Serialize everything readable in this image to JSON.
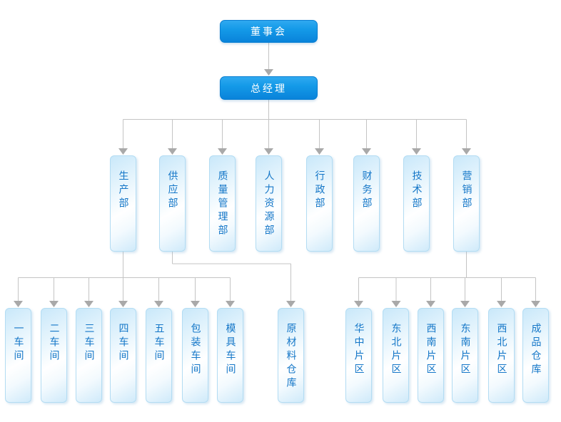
{
  "org": {
    "board": {
      "label": "董事会"
    },
    "general_manager": {
      "label": "总经理"
    },
    "departments": [
      {
        "id": "production",
        "label": "生产部"
      },
      {
        "id": "supply",
        "label": "供应部"
      },
      {
        "id": "quality",
        "label": "质量管理部"
      },
      {
        "id": "hr",
        "label": "人力资源部"
      },
      {
        "id": "admin",
        "label": "行政部"
      },
      {
        "id": "finance",
        "label": "财务部"
      },
      {
        "id": "technology",
        "label": "技术部"
      },
      {
        "id": "marketing",
        "label": "营销部"
      }
    ],
    "production_children": [
      {
        "id": "workshop-1",
        "label": "一车间"
      },
      {
        "id": "workshop-2",
        "label": "二车间"
      },
      {
        "id": "workshop-3",
        "label": "三车间"
      },
      {
        "id": "workshop-4",
        "label": "四车间"
      },
      {
        "id": "workshop-5",
        "label": "五车间"
      },
      {
        "id": "packaging-workshop",
        "label": "包装车间"
      },
      {
        "id": "mold-workshop",
        "label": "模具车间"
      }
    ],
    "supply_children": [
      {
        "id": "raw-material-warehouse",
        "label": "原材料仓库"
      }
    ],
    "marketing_children": [
      {
        "id": "region-huazhong",
        "label": "华中片区"
      },
      {
        "id": "region-dongbei",
        "label": "东北片区"
      },
      {
        "id": "region-xinan",
        "label": "西南片区"
      },
      {
        "id": "region-dongnan",
        "label": "东南片区"
      },
      {
        "id": "region-xibei",
        "label": "西北片区"
      },
      {
        "id": "finished-goods-warehouse",
        "label": "成品仓库"
      }
    ]
  },
  "colors": {
    "primary_box_top": "#2fa9f0",
    "primary_box_bottom": "#0983da",
    "primary_text": "#ffffff",
    "node_border": "#b3dcf3",
    "node_fill": "#c9e8fa",
    "node_text": "#1577c8",
    "connector_line": "#c4c4c4",
    "arrowhead": "#a9a9a9"
  }
}
